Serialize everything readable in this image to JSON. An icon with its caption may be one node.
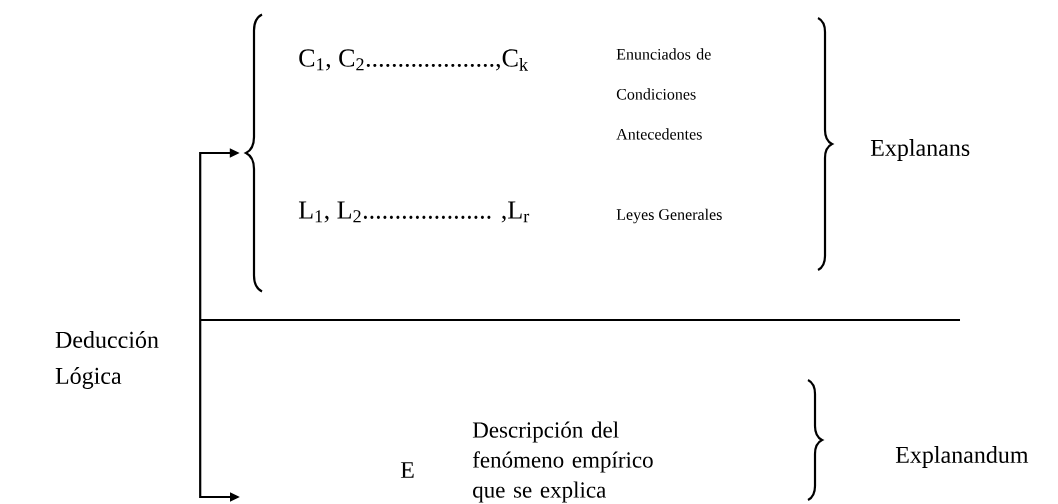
{
  "diagram": {
    "nodes": [
      {
        "text": [],
        "shape": "brace"
      },
      {
        "text": [
          "Deducción Lógica"
        ]
      }
    ],
    "edges": [
      {
        "from": 1,
        "to": 0,
        "arrow": "to"
      },
      {
        "from": 1,
        "to": null,
        "arrow": "to"
      }
    ],
    "labels": [
      "C$_{1}$, C$_{2}$....................,C$_{k}$",
      "Enunciados de Condiciones Antecedentes",
      "Explanans",
      "L$_{1}$, L$_{2}$.................... ,L$_{r}$",
      "Leyes Generales",
      "E",
      "Descripción del fenómeno empírico que se explica",
      "Explanandum"
    ]
  }
}
